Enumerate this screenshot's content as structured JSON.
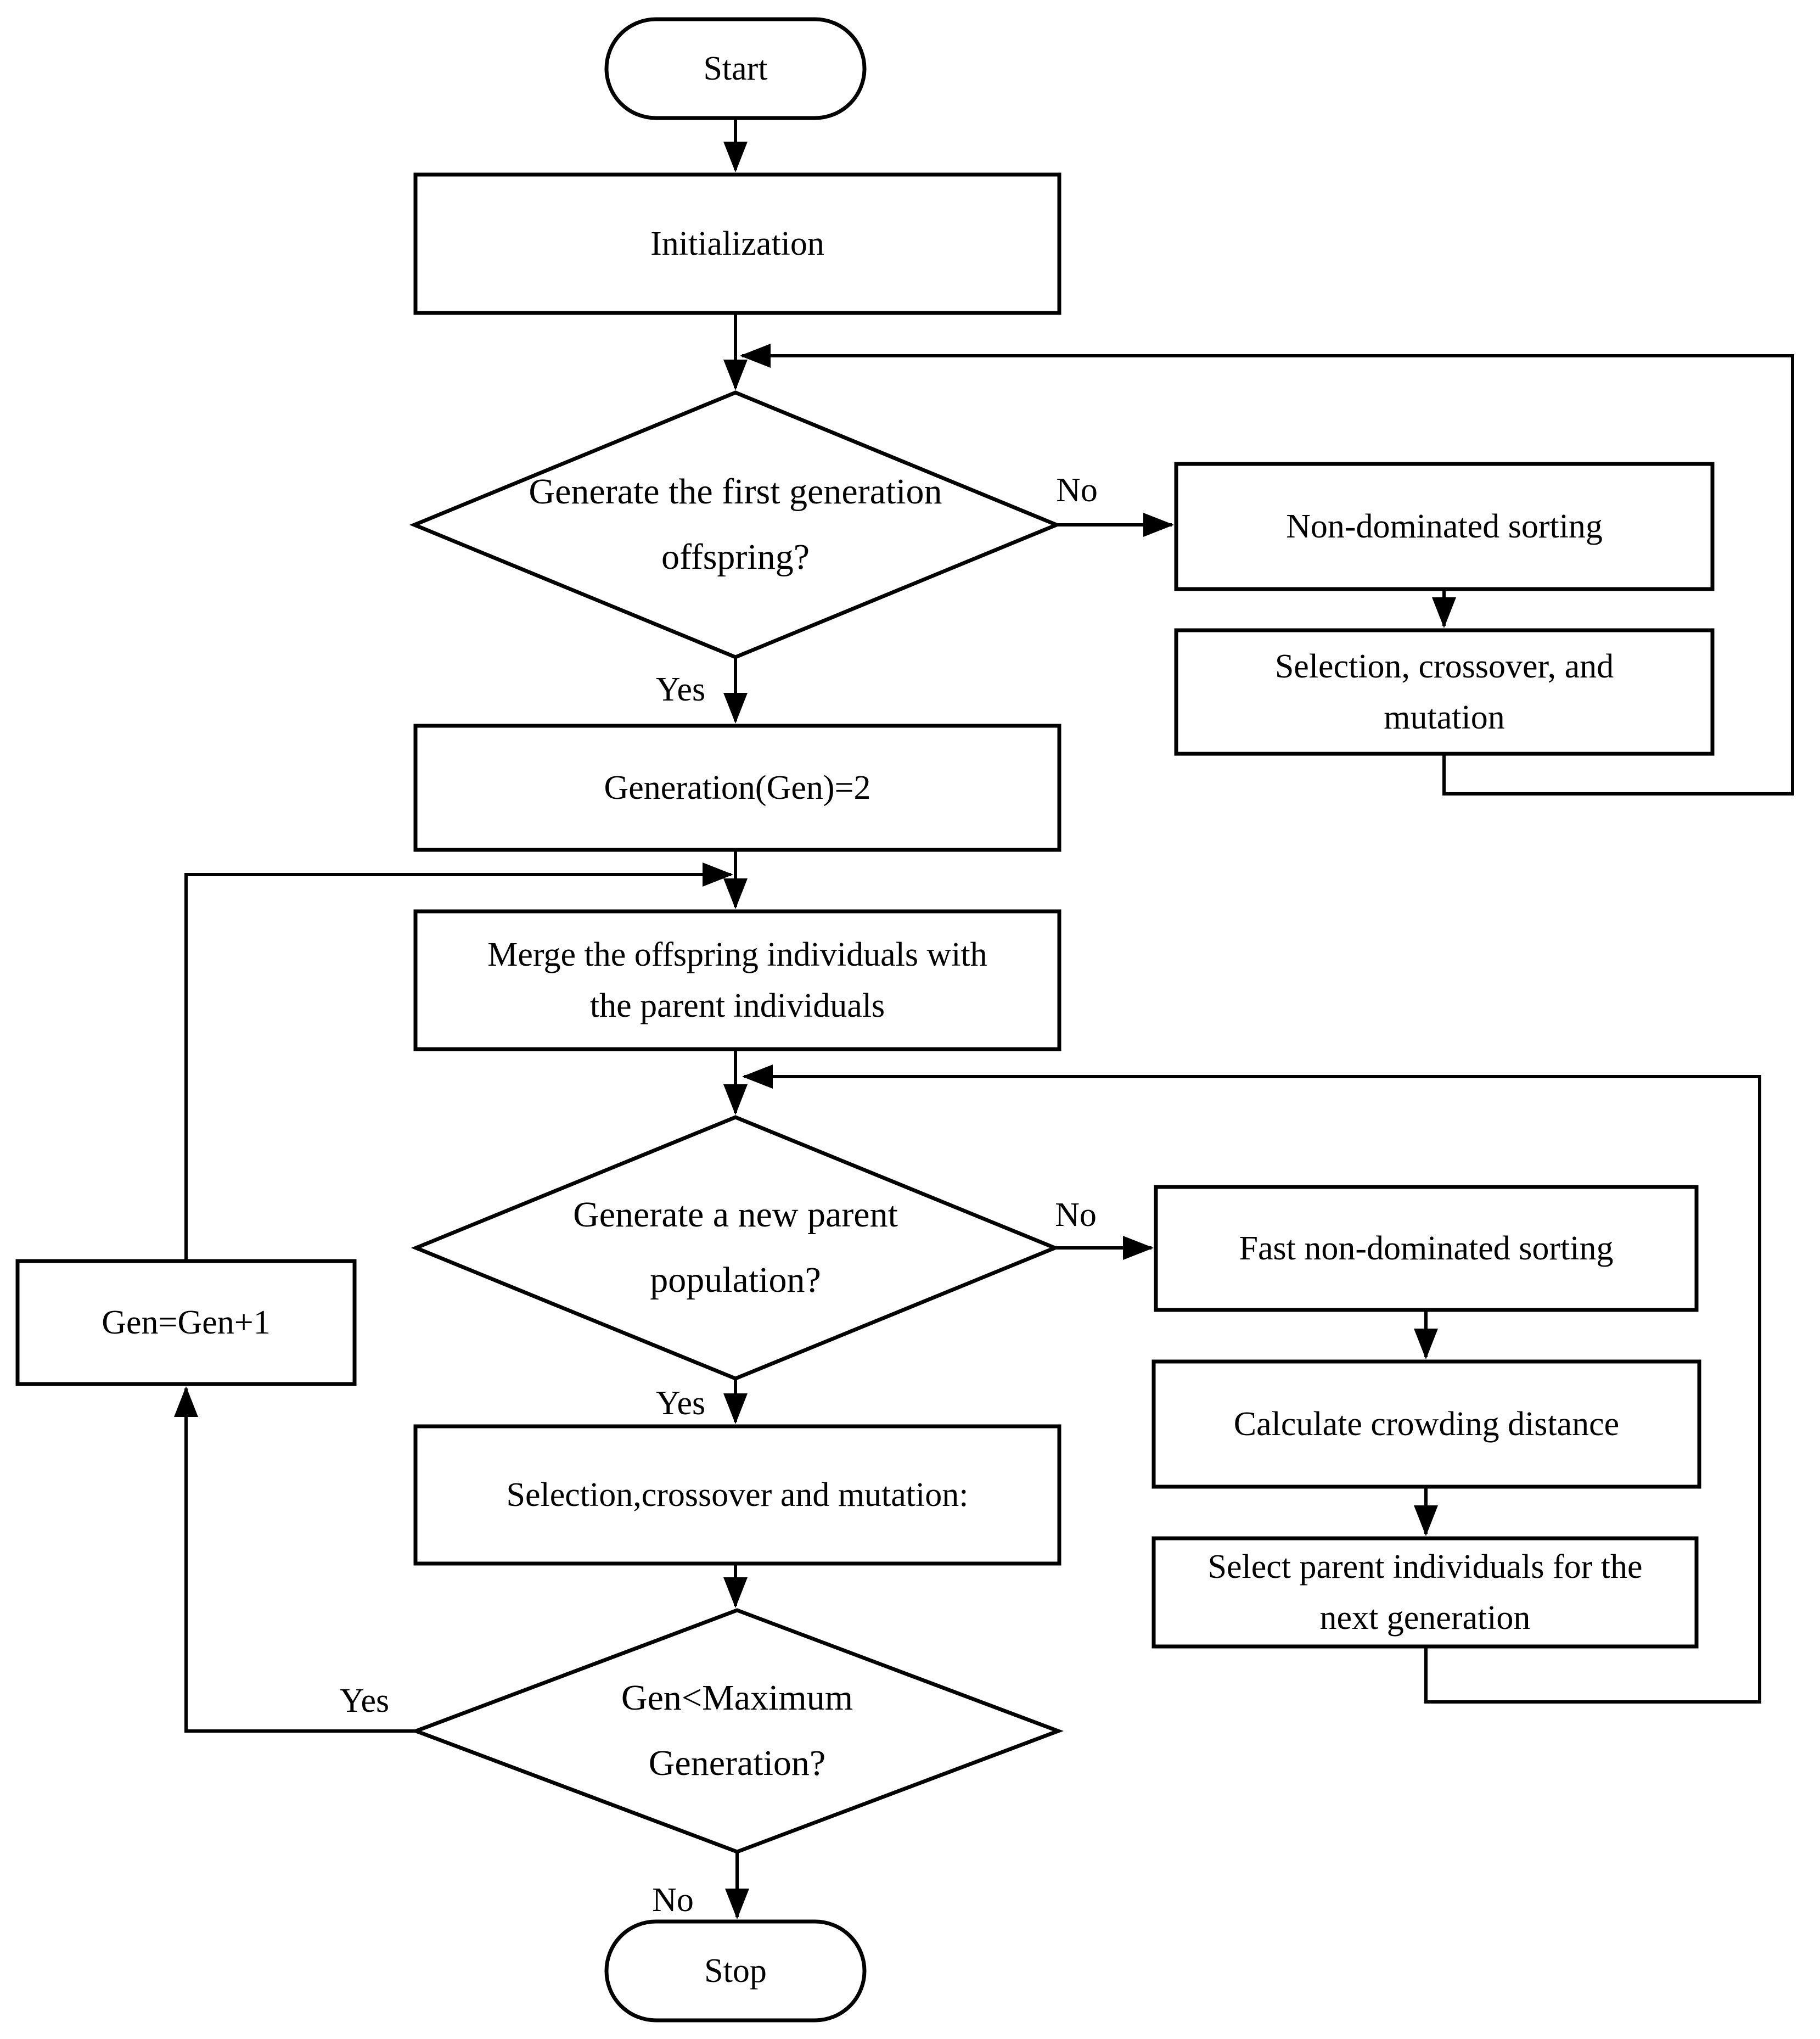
{
  "diagram": {
    "title": "NSGA-II genetic algorithm flowchart",
    "background_color": "#ffffff",
    "line_color": "#000000",
    "nodes": {
      "start": {
        "type": "terminator",
        "label": "Start"
      },
      "initialization": {
        "type": "process",
        "label": "Initialization"
      },
      "first_offspring_decision": {
        "type": "decision",
        "label": "Generate the first generation\noffspring?"
      },
      "non_dominated_sorting": {
        "type": "process",
        "label": "Non-dominated sorting"
      },
      "selection_crossover_and_mutation": {
        "type": "process",
        "label": "Selection, crossover, and\nmutation"
      },
      "generation_gen_2": {
        "type": "process",
        "label": "Generation(Gen)=2"
      },
      "merge_offspring_parent": {
        "type": "process",
        "label": "Merge the offspring individuals with\nthe parent individuals"
      },
      "new_parent_decision": {
        "type": "decision",
        "label": "Generate a new parent\npopulation?"
      },
      "fast_non_dominated_sorting": {
        "type": "process",
        "label": "Fast non-dominated sorting"
      },
      "calculate_crowding_distance": {
        "type": "process",
        "label": "Calculate crowding distance"
      },
      "select_parent_individuals": {
        "type": "process",
        "label": "Select parent individuals for the\nnext generation"
      },
      "selection_crossover_mutation_colon": {
        "type": "process",
        "label": "Selection,crossover and mutation:"
      },
      "gen_increment": {
        "type": "process",
        "label": "Gen=Gen+1"
      },
      "max_generation_decision": {
        "type": "decision",
        "label": "Gen<Maximum\nGeneration?"
      },
      "stop": {
        "type": "terminator",
        "label": "Stop"
      }
    },
    "edge_labels": {
      "first_offspring_no": "No",
      "first_offspring_yes": "Yes",
      "new_parent_no": "No",
      "new_parent_yes": "Yes",
      "max_generation_yes": "Yes",
      "max_generation_no": "No"
    }
  }
}
